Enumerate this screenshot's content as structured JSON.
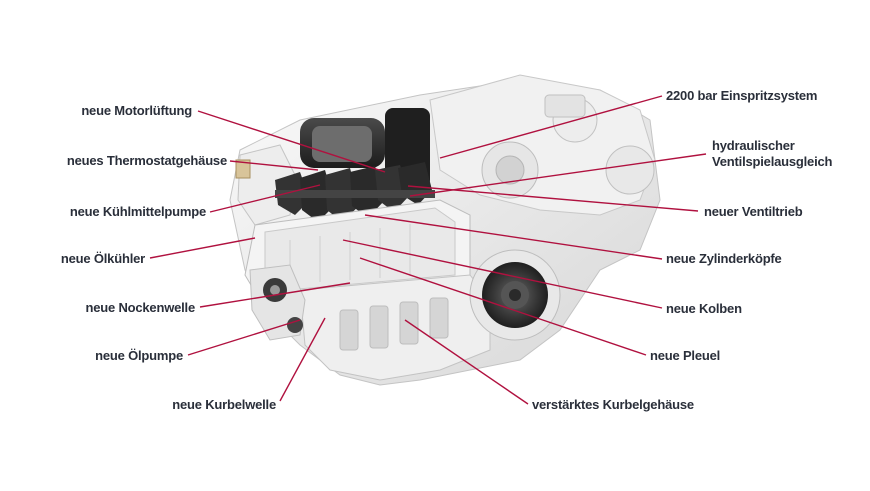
{
  "labels": {
    "motorlueftung": "neue Motorlüftung",
    "thermostat": "neues Thermostatgehäuse",
    "kuehlmittelpumpe": "neue Kühlmittelpumpe",
    "oelkuehler": "neue Ölkühler",
    "nockenwelle": "neue Nockenwelle",
    "oelpumpe": "neue Ölpumpe",
    "kurbelwelle": "neue Kurbelwelle",
    "einspritz": "2200 bar Einspritzsystem",
    "hydraulisch_1": "hydraulischer",
    "hydraulisch_2": "Ventilspielausgleich",
    "ventiltrieb": "neuer Ventiltrieb",
    "zylinderkoepfe": "neue Zylinderköpfe",
    "kolben": "neue Kolben",
    "pleuel": "neue Pleuel",
    "kurbelgehaeuse": "verstärktes Kurbelgehäuse"
  },
  "colors": {
    "leader_line": "#b0113f",
    "label_text": "#2a2f3a",
    "engine_body": "#ececec",
    "engine_shadow": "#c9c9c9",
    "cutaway_dark": "#2b2b2b"
  }
}
